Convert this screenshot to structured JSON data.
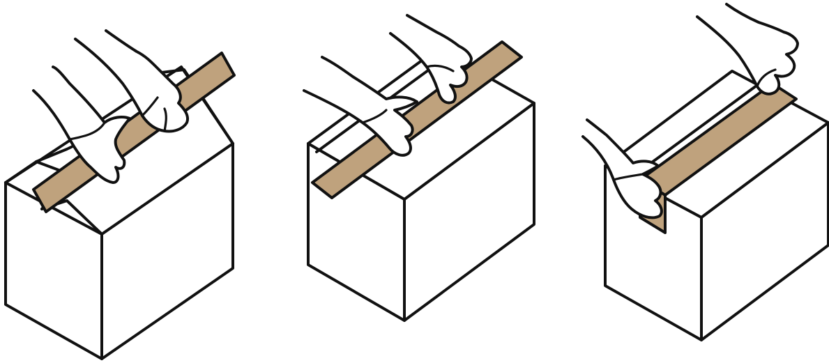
{
  "figure": {
    "panel_count": 3,
    "colors": {
      "outline": "#111111",
      "tape": "#bfa27d",
      "box": "#ffffff",
      "background": "#ffffff"
    },
    "panels": [
      {
        "step": 1,
        "depicts": "hands-pressing-tape-along-closed-top-flaps",
        "icons": [
          "box-icon",
          "tape-strip-icon",
          "hands-icon"
        ]
      },
      {
        "step": 2,
        "depicts": "hands-smoothing-tape-across-box-top",
        "icons": [
          "box-icon",
          "tape-strip-icon",
          "hands-icon"
        ]
      },
      {
        "step": 3,
        "depicts": "hands-folding-tape-down-box-side",
        "icons": [
          "box-icon",
          "tape-strip-icon",
          "hands-icon"
        ]
      }
    ]
  }
}
